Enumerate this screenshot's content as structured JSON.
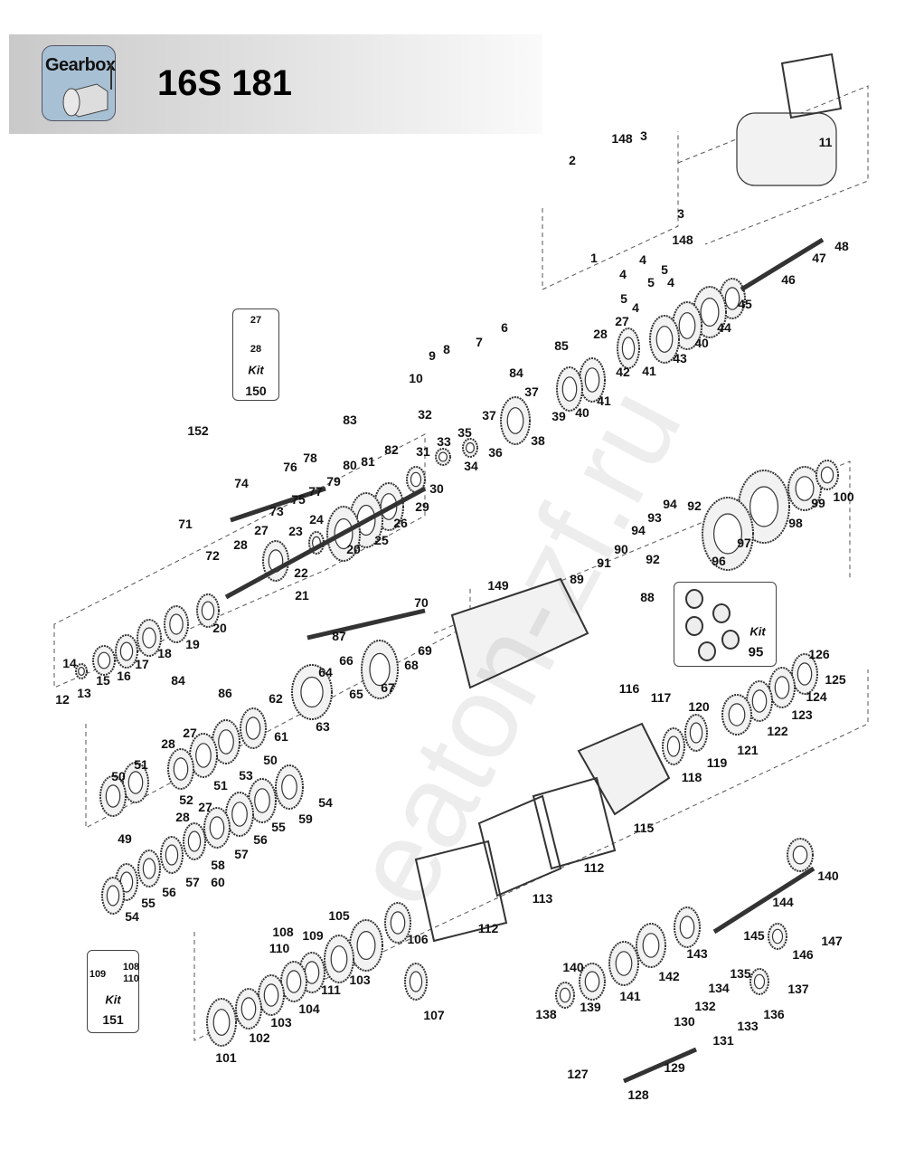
{
  "header": {
    "logo_text": "Gearbox",
    "title": "16S 181"
  },
  "watermark": "eaton-zf.ru",
  "callouts": [
    "148",
    "3",
    "2",
    "11",
    "3",
    "148",
    "1",
    "4",
    "5",
    "4",
    "5",
    "4",
    "5",
    "4",
    "48",
    "47",
    "46",
    "45",
    "44",
    "27",
    "28",
    "40",
    "43",
    "41",
    "42",
    "41",
    "40",
    "39",
    "37",
    "37",
    "38",
    "36",
    "35",
    "34",
    "33",
    "32",
    "31",
    "30",
    "29",
    "6",
    "7",
    "8",
    "9",
    "10",
    "85",
    "84",
    "152",
    "83",
    "78",
    "76",
    "80",
    "81",
    "82",
    "79",
    "77",
    "75",
    "74",
    "73",
    "71",
    "72",
    "27",
    "28",
    "23",
    "24",
    "22",
    "21",
    "20",
    "25",
    "26",
    "20",
    "19",
    "18",
    "17",
    "16",
    "15",
    "14",
    "13",
    "12",
    "94",
    "92",
    "93",
    "94",
    "92",
    "90",
    "91",
    "89",
    "88",
    "149",
    "96",
    "97",
    "98",
    "99",
    "100",
    "70",
    "69",
    "68",
    "67",
    "66",
    "65",
    "64",
    "87",
    "62",
    "63",
    "61",
    "84",
    "86",
    "50",
    "53",
    "27",
    "28",
    "51",
    "51",
    "50",
    "52",
    "54",
    "59",
    "55",
    "56",
    "27",
    "28",
    "57",
    "58",
    "57",
    "60",
    "56",
    "55",
    "54",
    "49",
    "116",
    "117",
    "120",
    "118",
    "119",
    "121",
    "122",
    "123",
    "124",
    "125",
    "126",
    "115",
    "112",
    "113",
    "112",
    "140",
    "144",
    "145",
    "146",
    "147",
    "143",
    "142",
    "141",
    "140",
    "139",
    "138",
    "135",
    "134",
    "137",
    "136",
    "133",
    "132",
    "130",
    "131",
    "129",
    "127",
    "128",
    "105",
    "106",
    "108",
    "109",
    "110",
    "111",
    "103",
    "104",
    "103",
    "102",
    "101",
    "107"
  ],
  "kits": {
    "kit150": {
      "items": [
        "27",
        "28"
      ],
      "label": "Kit",
      "number": "150"
    },
    "kit95": {
      "label": "Kit",
      "number": "95"
    },
    "kit151": {
      "items": [
        "109",
        "108",
        "110"
      ],
      "label": "Kit",
      "number": "151"
    }
  }
}
